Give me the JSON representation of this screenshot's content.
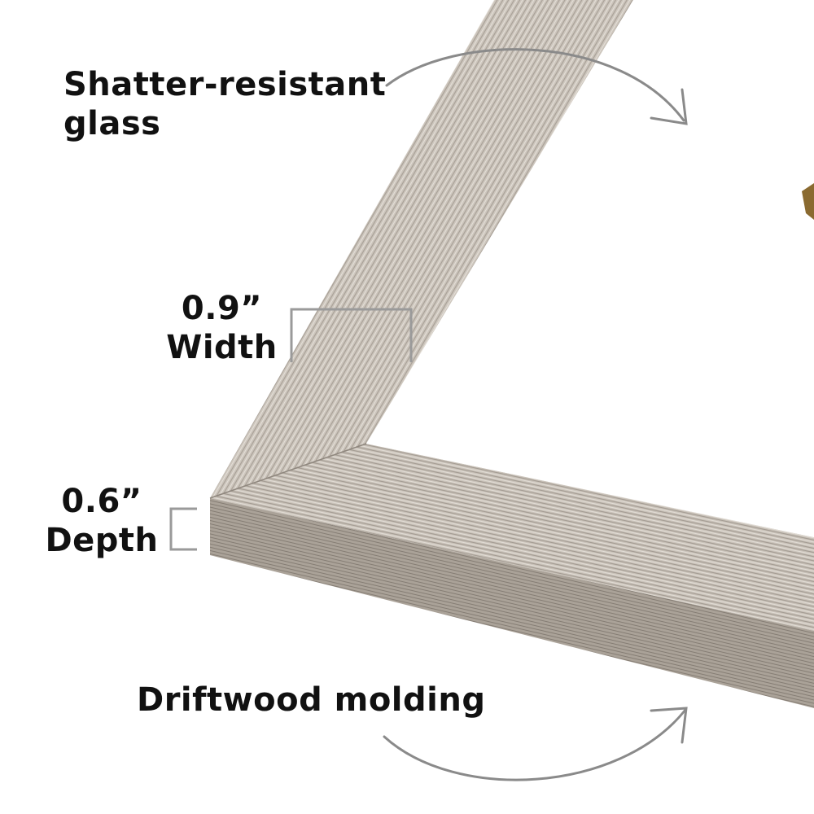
{
  "callouts": {
    "glass": {
      "line1": "Shatter-resistant",
      "line2": "glass"
    },
    "width": {
      "value": "0.9”",
      "label": "Width"
    },
    "depth": {
      "value": "0.6”",
      "label": "Depth"
    },
    "molding": {
      "text": "Driftwood molding"
    }
  },
  "colors": {
    "frame_face": "#cfc8bf",
    "frame_side": "#a9a29a",
    "text": "#111111",
    "lines": "#9a9a9a"
  }
}
